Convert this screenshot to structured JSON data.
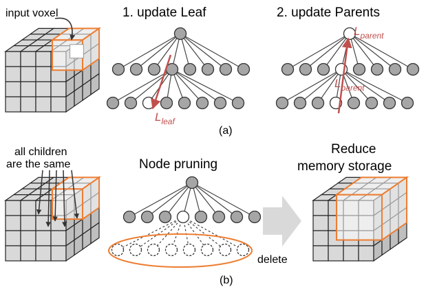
{
  "panel_a": {
    "caption": "(a)",
    "input_voxel_label": "input voxel",
    "step1_title": "1. update Leaf",
    "step2_title": "2. update Parents",
    "leaf_symbol": "L",
    "leaf_subscript": "leaf",
    "parent_symbol": "L",
    "parent_subscript": "parent"
  },
  "panel_b": {
    "caption": "(b)",
    "children_same_line1": "all children",
    "children_same_line2": "are the same",
    "pruning_title": "Node pruning",
    "reduce_line1": "Reduce",
    "reduce_line2": "memory storage",
    "delete_label": "delete"
  },
  "colors": {
    "node_fill": "#a6a6a6",
    "highlight_node_fill": "#ffffff",
    "cube_face": "#d9d9d9",
    "cube_side": "#bfbfbf",
    "orange_highlight": "#ed7d31",
    "arrow_red": "#c0504d",
    "big_arrow": "#d9d9d9"
  }
}
